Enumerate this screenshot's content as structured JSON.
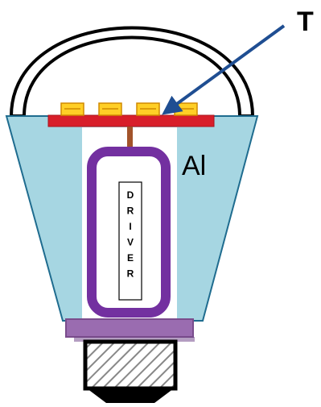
{
  "labels": {
    "temperature_point": "T",
    "heatsink": "Al",
    "driver": "DRIVER"
  },
  "colors": {
    "background": "#ffffff",
    "dome_outline": "#000000",
    "heatsink_fill": "#a6d6e2",
    "heatsink_outline": "#1f6c8f",
    "driver_cavity": "#ffffff",
    "driver_casing": "#7330a0",
    "pcb": "#d81e2a",
    "led": "#ffcf26",
    "led_stroke": "#d08a00",
    "stem": "#a2532a",
    "collar": "#9a6cb0",
    "collar_stroke": "#7a4c8c",
    "base_hatch": "#888888",
    "arrow": "#1f4e92"
  },
  "icons": {
    "arrow": "arrow-pointing-to-led-board",
    "led_count": 4
  }
}
